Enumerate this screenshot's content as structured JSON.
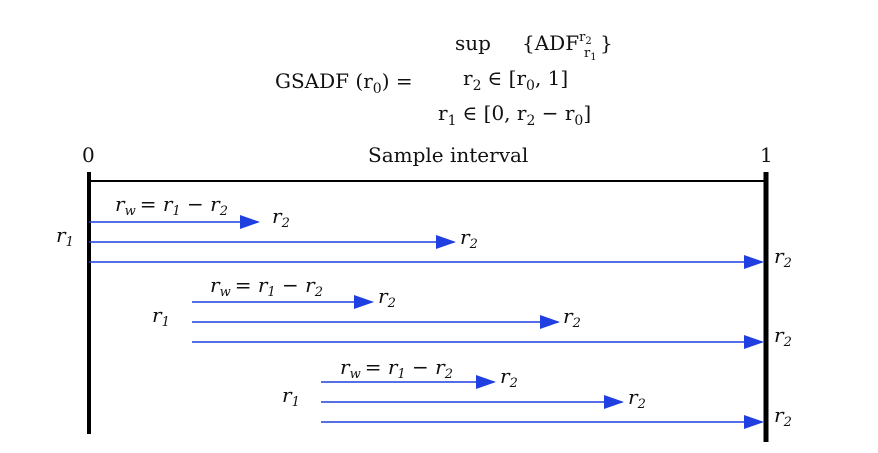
{
  "formula": {
    "lhs": "GSADF (r",
    "lhs_sub": "0",
    "lhs_close": ") =",
    "sup": "sup",
    "set_open": "{ADF",
    "set_sup": "r",
    "set_sup_sub": "2",
    "set_sub": "r",
    "set_sub_sub": "1",
    "set_close": "}",
    "cond1_var": "r",
    "cond1_var_sub": "2",
    "cond1_rest": "∈ [r",
    "cond1_sub": "0",
    "cond1_end": ", 1]",
    "cond2_var": "r",
    "cond2_var_sub": "1",
    "cond2_rest": "∈ [0, r",
    "cond2_sub": "2",
    "cond2_mid": " − r",
    "cond2_sub2": "0",
    "cond2_end": "]"
  },
  "axis": {
    "start_label": "0",
    "end_label": "1",
    "title": "Sample interval"
  },
  "groups": [
    {
      "r1_label": "r",
      "r1_sub": "1",
      "window_label": "r",
      "window_label_sub": "w",
      "window_label_rest": "= r",
      "window_rest_sub": "1",
      "window_minus": " − r",
      "window_minus_sub": "2",
      "arrows": [
        {
          "end_label": "r",
          "end_label_sub": "2"
        },
        {
          "end_label": "r",
          "end_label_sub": "2"
        },
        {
          "end_label": "r",
          "end_label_sub": "2"
        }
      ]
    },
    {
      "r1_label": "r",
      "r1_sub": "1",
      "window_label": "r",
      "window_label_sub": "w",
      "window_label_rest": "= r",
      "window_rest_sub": "1",
      "window_minus": " − r",
      "window_minus_sub": "2",
      "arrows": [
        {
          "end_label": "r",
          "end_label_sub": "2"
        },
        {
          "end_label": "r",
          "end_label_sub": "2"
        },
        {
          "end_label": "r",
          "end_label_sub": "2"
        }
      ]
    },
    {
      "r1_label": "r",
      "r1_sub": "1",
      "window_label": "r",
      "window_label_sub": "w",
      "window_label_rest": "= r",
      "window_rest_sub": "1",
      "window_minus": " − r",
      "window_minus_sub": "2",
      "arrows": [
        {
          "end_label": "r",
          "end_label_sub": "2"
        },
        {
          "end_label": "r",
          "end_label_sub": "2"
        },
        {
          "end_label": "r",
          "end_label_sub": "2"
        }
      ]
    }
  ],
  "colors": {
    "arrow": "#1f3fe0",
    "axis": "#000000"
  }
}
